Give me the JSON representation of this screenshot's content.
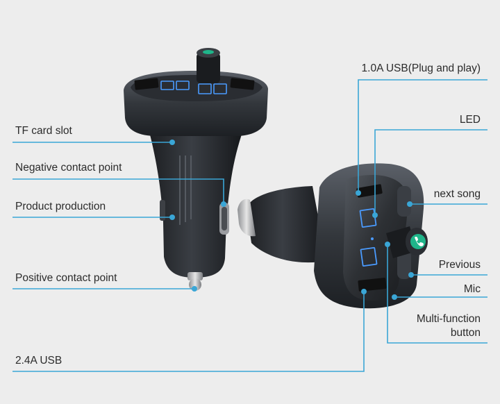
{
  "colors": {
    "background": "#ededed",
    "callout_line": "#3aa6d6",
    "device_body": "#2a2d31",
    "device_glossy": "#4a4f55",
    "display_digits": "#4a9bff",
    "call_button": "#1fb58a",
    "text": "#2b2b2b"
  },
  "labels": {
    "tf_card_slot": "TF card slot",
    "negative_contact_point": "Negative contact point",
    "product_production": "Product production",
    "positive_contact_point": "Positive contact point",
    "usb_2_4a": "2.4A USB",
    "usb_1_0a": "1.0A USB(Plug and play)",
    "led": "LED",
    "next_song": "next song",
    "previous": "Previous",
    "mic": "Mic",
    "multi_function_line1": "Multi-function",
    "multi_function_line2": "button"
  },
  "icons": {
    "phone": "phone-icon"
  }
}
